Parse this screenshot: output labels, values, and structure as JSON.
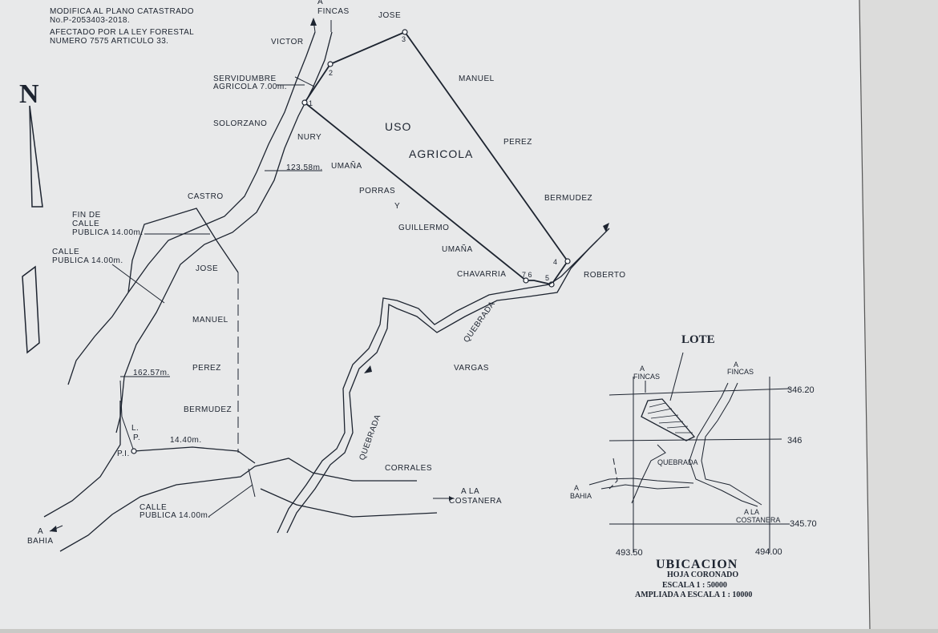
{
  "header": {
    "line1": "MODIFICA AL PLANO CATASTRADO",
    "line2": "No.P-2053403-2018.",
    "line3": "AFECTADO POR LA LEY FORESTAL",
    "line4": "NUMERO 7575 ARTICULO 33."
  },
  "north": {
    "label": "N"
  },
  "vertices": {
    "v1": "1",
    "v2": "2",
    "v3": "3",
    "v4": "4",
    "v5": "5",
    "v67": "7 6"
  },
  "labels": {
    "a_fincas_a": "A",
    "a_fincas": "FINCAS",
    "jose_top": "JOSE",
    "victor": "VICTOR",
    "servidumbre_1": "SERVIDUMBRE",
    "servidumbre_2": "AGRICOLA 7.00m.",
    "solorzano": "SOLORZANO",
    "nury": "NURY",
    "uso": "USO",
    "agricola": "AGRICOLA",
    "manuel_top": "MANUEL",
    "perez_top": "PEREZ",
    "bermudez_top": "BERMUDEZ",
    "dist_123": "123.58m.",
    "umana_1": "UMAÑA",
    "porras": "PORRAS",
    "y": "Y",
    "guillermo": "GUILLERMO",
    "umana_2": "UMAÑA",
    "chavarria": "CHAVARRIA",
    "roberto": "ROBERTO",
    "castro": "CASTRO",
    "fin_1": "FIN DE",
    "fin_2": "CALLE",
    "fin_3": "PUBLICA 14.00m.",
    "calle_1": "CALLE",
    "calle_2": "PUBLICA 14.00m.",
    "jose_left": "JOSE",
    "manuel_left": "MANUEL",
    "perez_left": "PEREZ",
    "bermudez_left": "BERMUDEZ",
    "dist_162": "162.57m.",
    "lp_l": "L.",
    "lp_p": "P.",
    "pi": "P.I.",
    "dist_14_40": "14.40m.",
    "vargas": "VARGAS",
    "quebrada_1": "QUEBRADA",
    "quebrada_2": "QUEBRADA",
    "corrales": "CORRALES",
    "a_la": "A LA",
    "costanera": "COSTANERA",
    "calle_s_1": "CALLE",
    "calle_s_2": "PUBLICA 14.00m.",
    "a_bahia_a": "A",
    "bahia": "BAHIA"
  },
  "inset": {
    "lote": "LOTE",
    "fincas_a": "A",
    "fincas": "FINCAS",
    "quebrada": "QUEBRADA",
    "a_bahia_a": "A",
    "bahia": "BAHIA",
    "a_la": "A LA",
    "costanera": "COSTANERA",
    "coord_346_20": "346.20",
    "coord_346": "346",
    "coord_345_70": "345.70",
    "coord_493_50": "493.50",
    "coord_494_00": "494.00",
    "ubicacion": "UBICACION",
    "hoja": "HOJA CORONADO",
    "escala": "ESCALA 1 : 50000",
    "ampliada": "AMPLIADA A ESCALA 1 : 10000"
  }
}
